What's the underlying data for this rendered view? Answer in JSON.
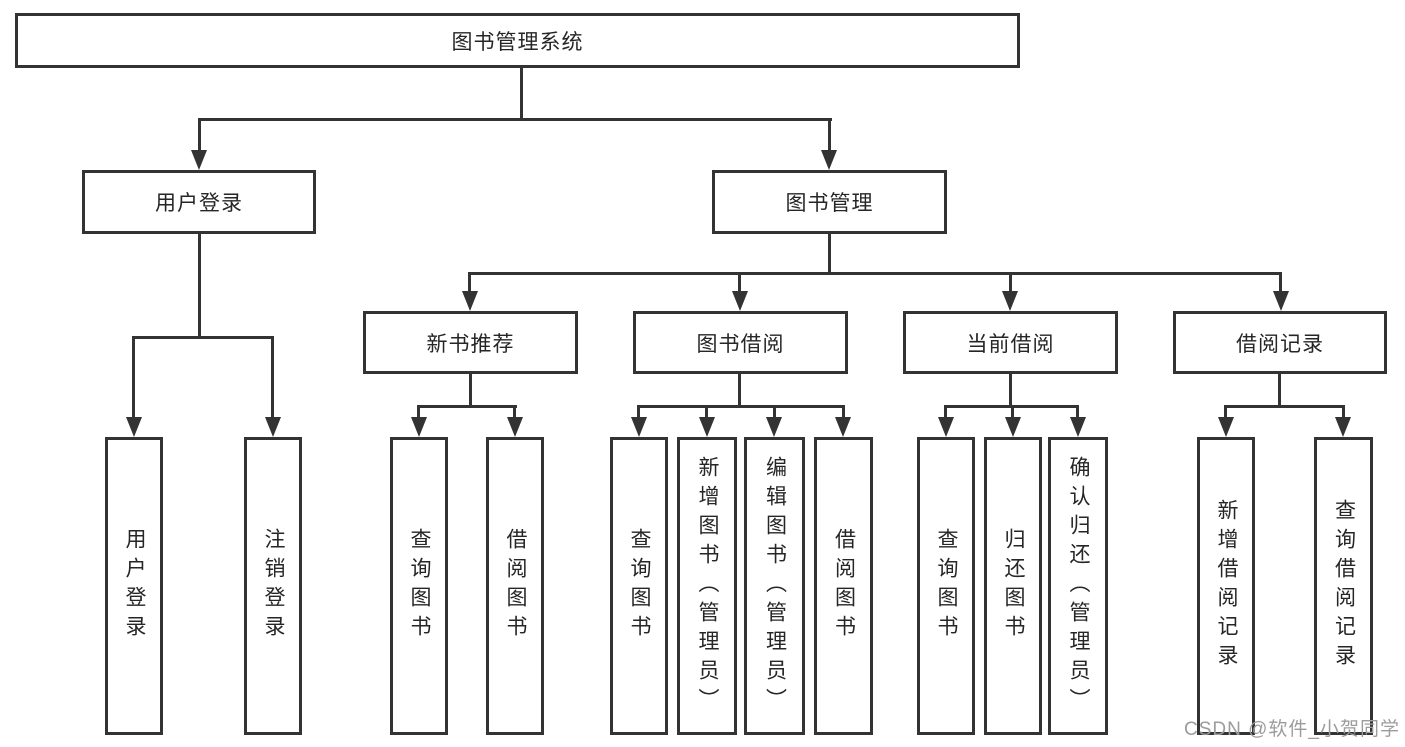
{
  "tree": {
    "root": {
      "label": "图书管理系统"
    },
    "branches": [
      {
        "label": "用户登录",
        "children": [
          {
            "label": "用户登录"
          },
          {
            "label": "注销登录"
          }
        ]
      },
      {
        "label": "图书管理",
        "children": [
          {
            "label": "新书推荐",
            "children": [
              {
                "label": "查询图书"
              },
              {
                "label": "借阅图书"
              }
            ]
          },
          {
            "label": "图书借阅",
            "children": [
              {
                "label": "查询图书"
              },
              {
                "label": "新增图书（管理员）"
              },
              {
                "label": "编辑图书（管理员）"
              },
              {
                "label": "借阅图书"
              }
            ]
          },
          {
            "label": "当前借阅",
            "children": [
              {
                "label": "查询图书"
              },
              {
                "label": "归还图书"
              },
              {
                "label": "确认归还（管理员）"
              }
            ]
          },
          {
            "label": "借阅记录",
            "children": [
              {
                "label": "新增借阅记录"
              },
              {
                "label": "查询借阅记录"
              }
            ]
          }
        ]
      }
    ]
  },
  "watermark": "CSDN @软件_小贺同学",
  "colors": {
    "line": "#333333",
    "text": "#262626",
    "background": "#ffffff",
    "watermark": "#9c9c9c"
  }
}
